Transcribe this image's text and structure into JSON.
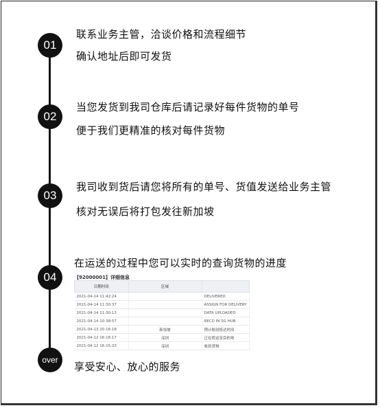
{
  "steps": [
    {
      "num": "01",
      "lines": [
        "联系业务主管，洽谈价格和流程细节",
        "确认地址后即可发货"
      ]
    },
    {
      "num": "02",
      "lines": [
        "当您发货到我司仓库后请记录好每件货物的单号",
        "便于我们更精准的核对每件货物"
      ]
    },
    {
      "num": "03",
      "lines": [
        "我司收到货后请您将所有的单号、货值发送给业务主管",
        "核对无误后将打包发往新加坡"
      ]
    },
    {
      "num": "04",
      "lines": [
        "在运送的过程中您可以实时的查询货物的进度"
      ]
    },
    {
      "num": "over",
      "lines": [
        "享受安心、放心的服务"
      ]
    }
  ],
  "tracking": {
    "title": "【92000001】详细信息",
    "headers": [
      "日期时间",
      "区域",
      ""
    ],
    "rows": [
      {
        "time": "2021-04-14 11:42:24",
        "location": "",
        "status": "DELIVERED"
      },
      {
        "time": "2021-04-14 11:30:37",
        "location": "",
        "status": "ASSIGN FOR DELIVERY"
      },
      {
        "time": "2021-04-14 11:30:13",
        "location": "",
        "status": "DATA UPLOADED"
      },
      {
        "time": "2021-04-14 10:38:57",
        "location": "",
        "status": "RECD IN SG HUB"
      },
      {
        "time": "2021-04-13 20:16:18",
        "location": "新加坡",
        "status": "预计航班抵达时间"
      },
      {
        "time": "2021-04-12 16:16:17",
        "location": "深圳",
        "status": "正在转运至目的地"
      },
      {
        "time": "2021-04-12 16:15:33",
        "location": "深圳",
        "status": "收到货物"
      }
    ]
  }
}
